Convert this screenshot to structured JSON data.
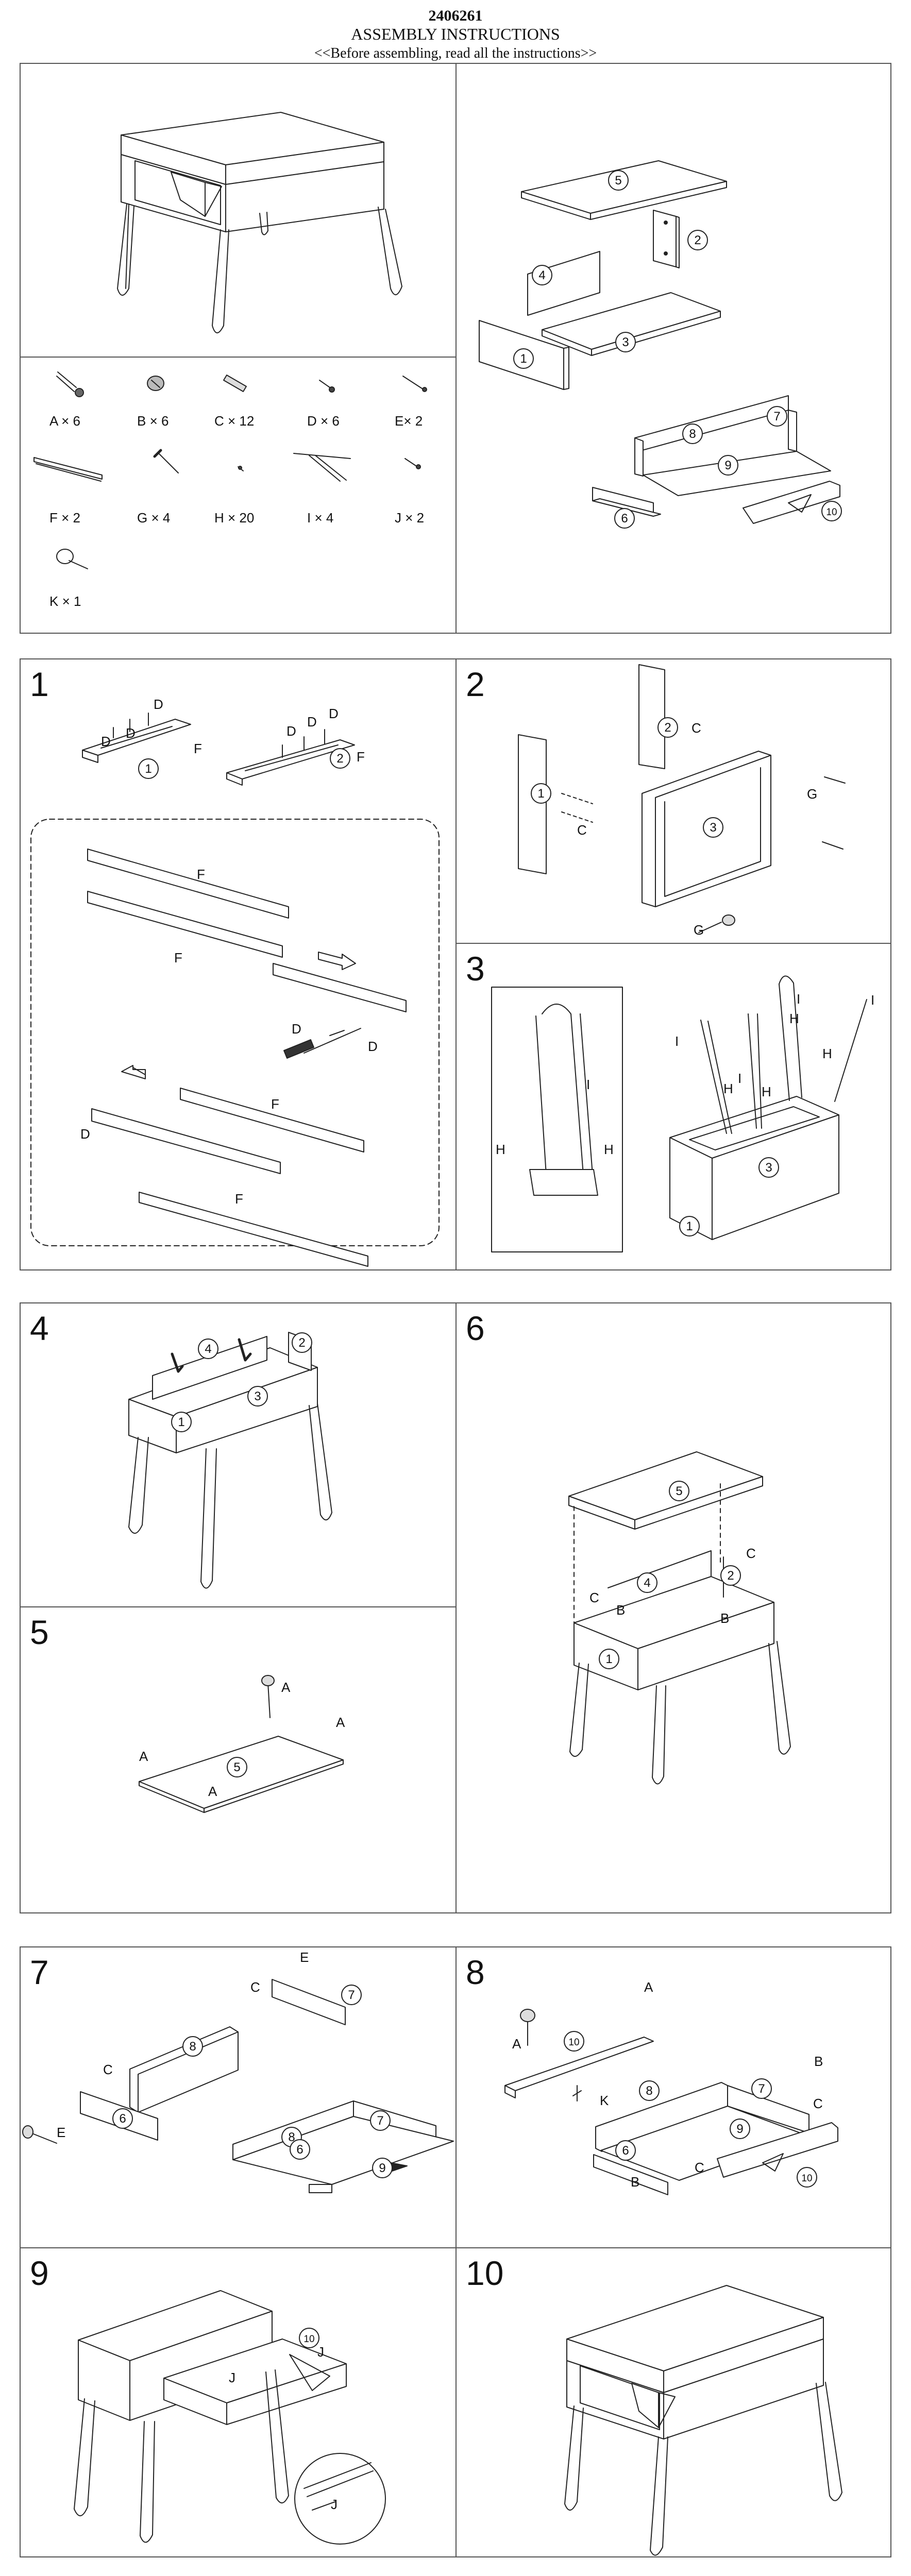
{
  "header": {
    "doc_id": "2406261",
    "title": "ASSEMBLY INSTRUCTIONS",
    "subtitle": "<<Before assembling, read all the instructions>>"
  },
  "parts": [
    {
      "label": "A × 6",
      "icon": "cam-bolt-icon"
    },
    {
      "label": "B × 6",
      "icon": "cam-lock-icon"
    },
    {
      "label": "C × 12",
      "icon": "wood-dowel-icon"
    },
    {
      "label": "D × 6",
      "icon": "short-screw-icon"
    },
    {
      "label": "E× 2",
      "icon": "long-screw-icon"
    },
    {
      "label": "F × 2",
      "icon": "drawer-slide-icon"
    },
    {
      "label": "G × 4",
      "icon": "bolt-icon"
    },
    {
      "label": "H × 20",
      "icon": "small-screw-icon"
    },
    {
      "label": "I × 4",
      "icon": "hairpin-leg-icon"
    },
    {
      "label": "J × 2",
      "icon": "medium-screw-icon"
    },
    {
      "label": "K × 1",
      "icon": "knob-icon"
    }
  ],
  "steps": [
    "1",
    "2",
    "3",
    "4",
    "5",
    "6",
    "7",
    "8",
    "9",
    "10"
  ],
  "numbers": [
    "1",
    "2",
    "3",
    "4",
    "5",
    "6",
    "7",
    "8",
    "9",
    "10"
  ],
  "letters": {
    "A": "A",
    "B": "B",
    "C": "C",
    "D": "D",
    "E": "E",
    "F": "F",
    "G": "G",
    "H": "H",
    "I": "I",
    "J": "J",
    "K": "K"
  }
}
